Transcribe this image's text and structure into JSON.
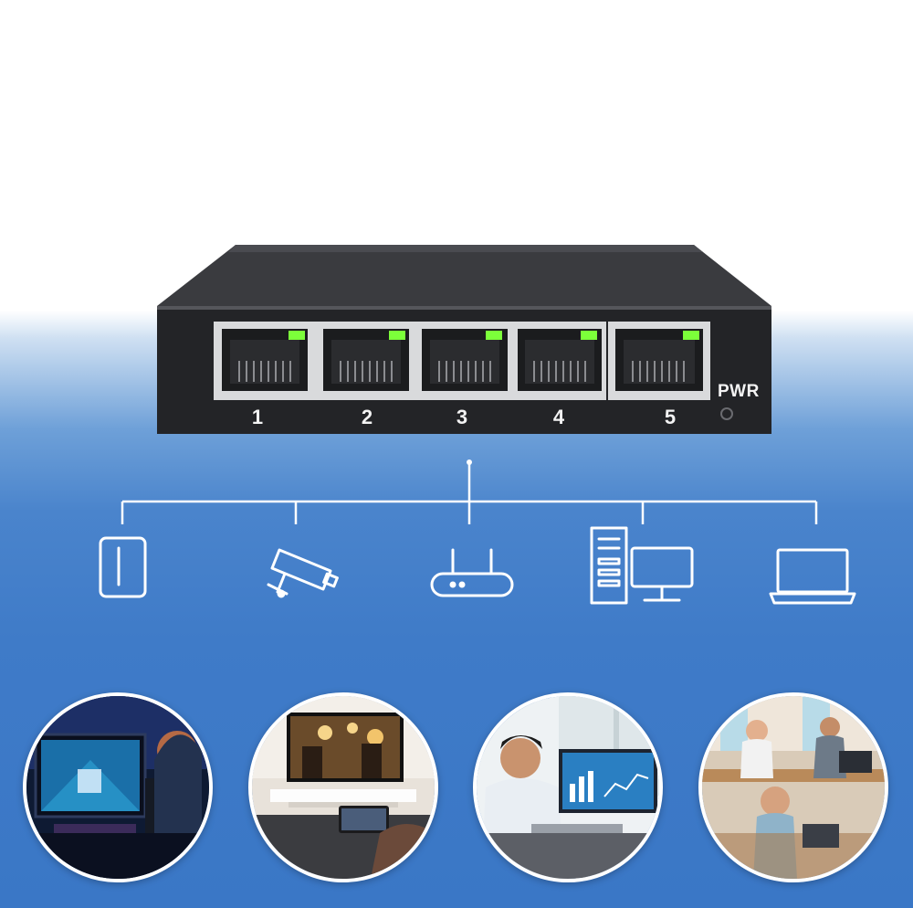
{
  "switch": {
    "ports": [
      {
        "label": "1"
      },
      {
        "label": "2"
      },
      {
        "label": "3"
      },
      {
        "label": "4"
      },
      {
        "label": "5"
      }
    ],
    "power_label": "PWR",
    "led_color": "#7cff3a",
    "body_color": "#2a2b2e"
  },
  "devices": [
    {
      "icon": "ap-panel-icon"
    },
    {
      "icon": "security-camera-icon"
    },
    {
      "icon": "router-icon"
    },
    {
      "icon": "desktop-computer-icon"
    },
    {
      "icon": "laptop-icon"
    }
  ],
  "scenes": [
    {
      "name": "gaming-scene"
    },
    {
      "name": "home-tv-scene"
    },
    {
      "name": "data-analysis-scene"
    },
    {
      "name": "office-scene"
    }
  ]
}
